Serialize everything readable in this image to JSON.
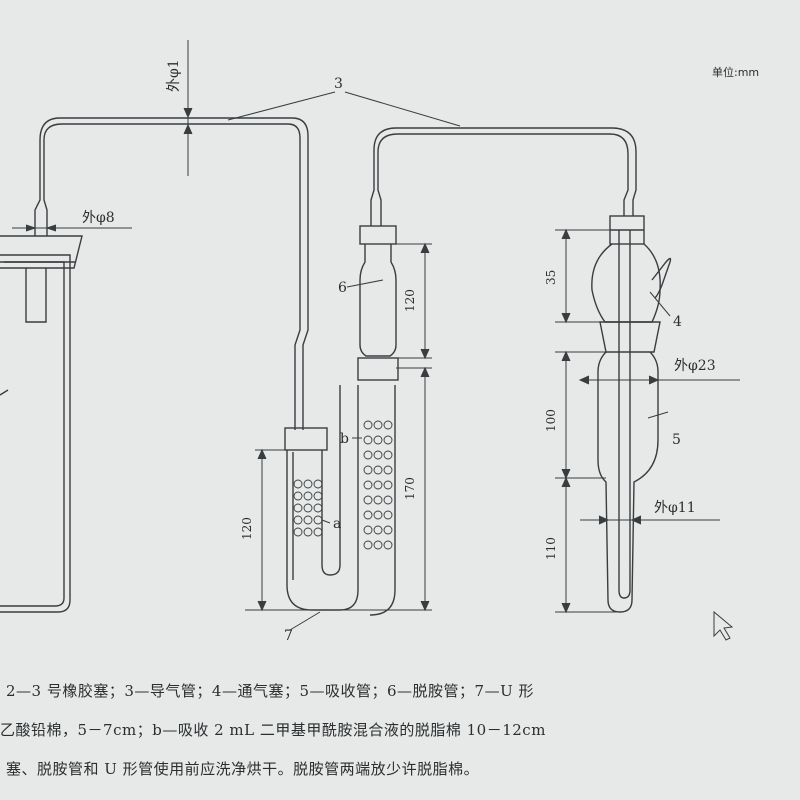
{
  "diagram": {
    "unit_label": "单位:mm",
    "part_3_label": "3",
    "outer_d1": "外φ1",
    "outer_d8": "外φ8",
    "outer_d23": "外φ23",
    "outer_d11": "外φ11",
    "part_4": "4",
    "part_5": "5",
    "part_6": "6",
    "part_7": "7",
    "label_a": "a",
    "label_b": "b",
    "dim_35": "35",
    "dim_100": "100",
    "dim_110": "110",
    "dim_120_tube": "120",
    "dim_170": "170",
    "dim_120_u": "120"
  },
  "caption": {
    "line1": "2—3 号橡胶塞；3—导气管；4—通气塞；5—吸收管；6—脱胺管；7—U 形",
    "line2": "乙酸铅棉，5－7cm；b—吸收 2 mL 二甲基甲酰胺混合液的脱脂棉 10－12cm",
    "line3": "塞、脱胺管和 U 形管使用前应洗净烘干。脱胺管两端放少许脱脂棉。"
  }
}
